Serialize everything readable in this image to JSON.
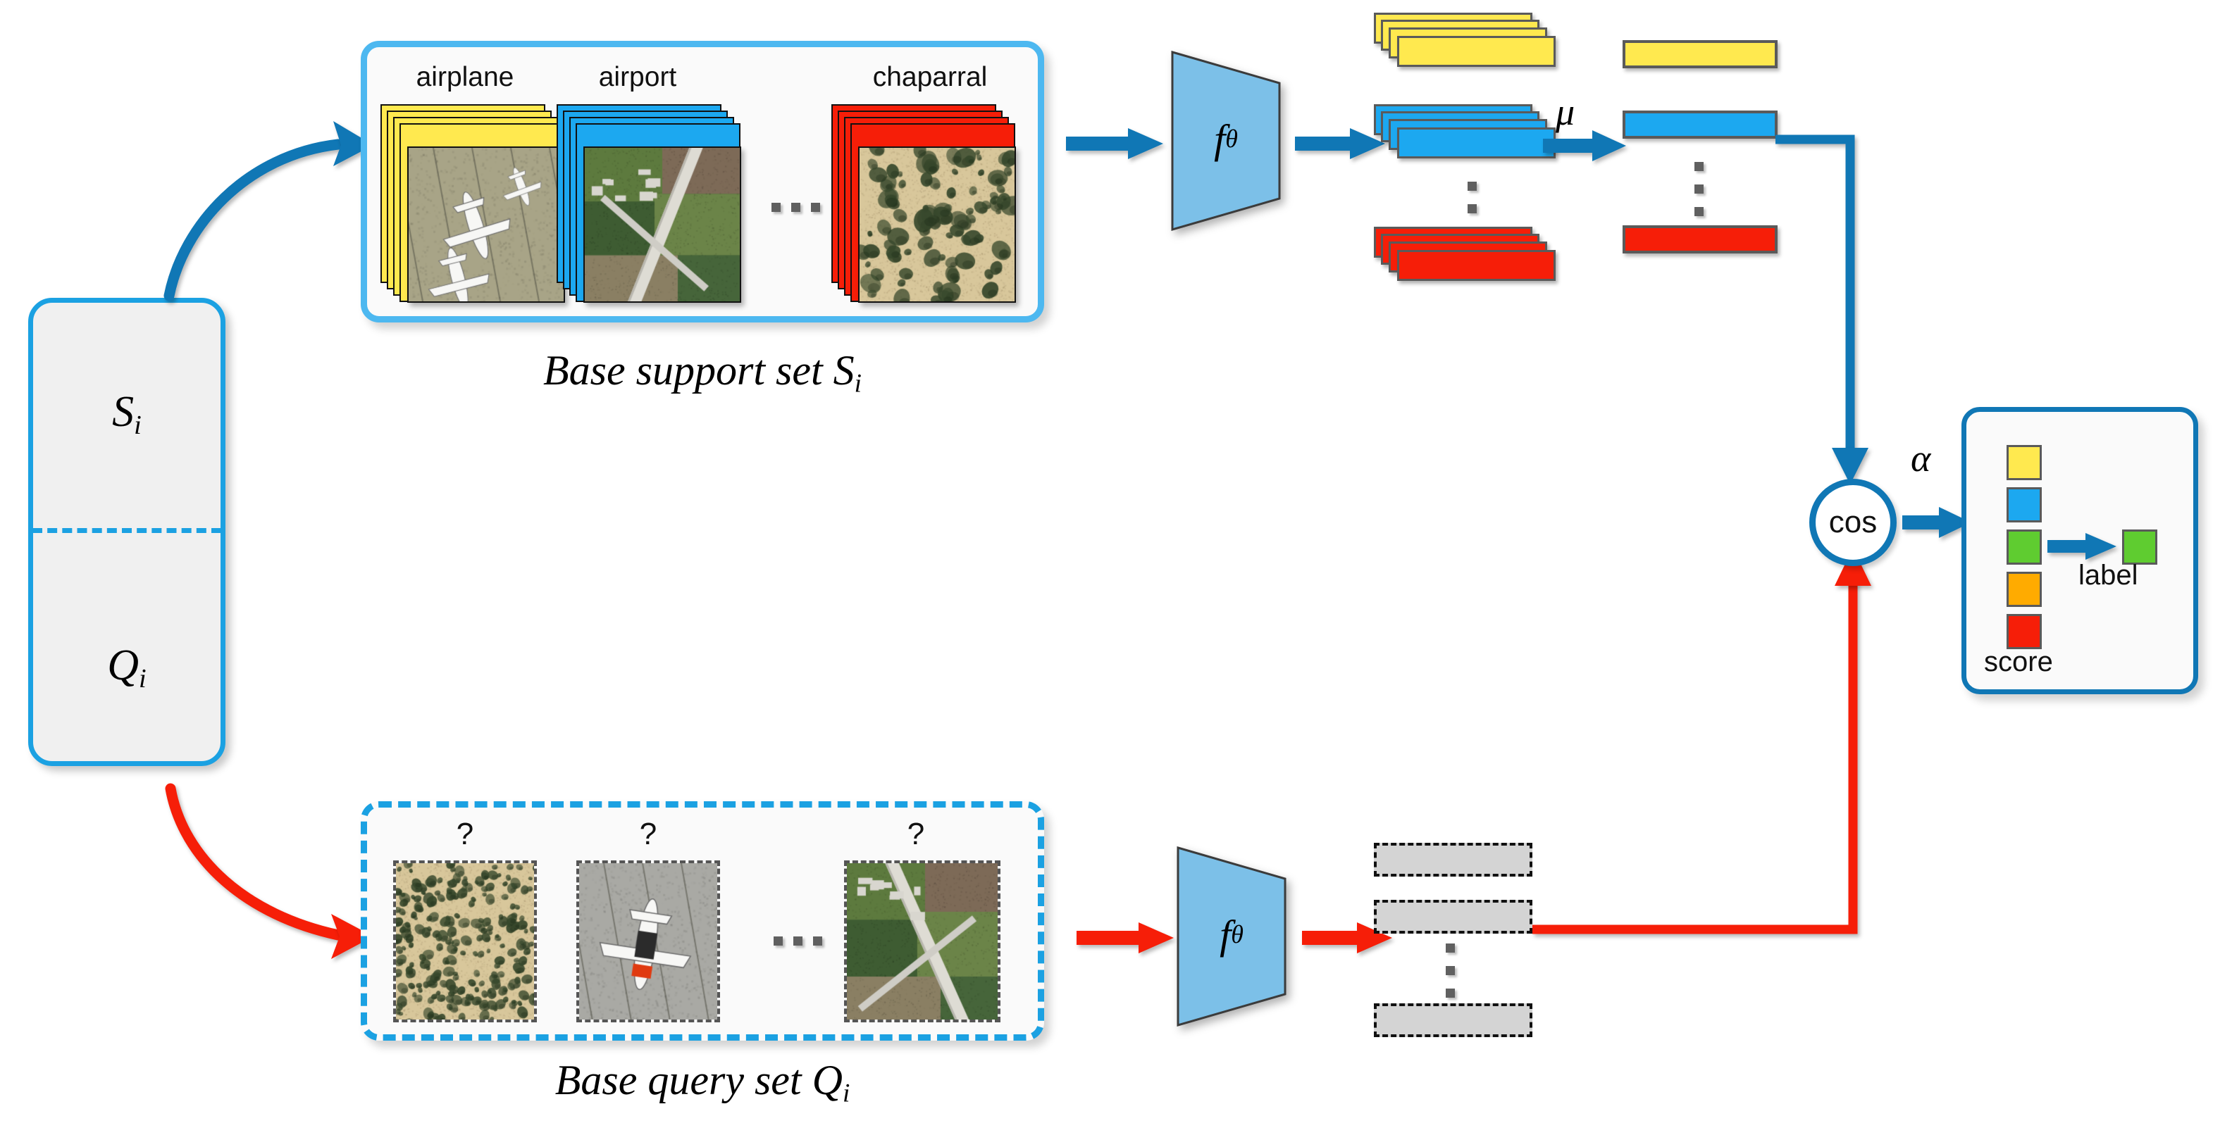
{
  "episode": {
    "support_symbol": "S",
    "support_sub": "i",
    "query_symbol": "Q",
    "query_sub": "i"
  },
  "support_set": {
    "caption": "Base support set",
    "caption_symbol": "S",
    "caption_sub": "i",
    "classes": [
      {
        "label": "airplane",
        "color": "#FFE94F",
        "scene": "airplanes"
      },
      {
        "label": "airport",
        "color": "#1CA8F0",
        "scene": "airport"
      },
      {
        "label": "chaparral",
        "color": "#F61E08",
        "scene": "chaparral"
      }
    ],
    "ellipsis": "..."
  },
  "query_set": {
    "caption": "Base query set",
    "caption_symbol": "Q",
    "caption_sub": "i",
    "items": [
      {
        "label": "?",
        "scene": "chaparral2"
      },
      {
        "label": "?",
        "scene": "airplane2"
      },
      {
        "label": "?",
        "scene": "airport2"
      }
    ],
    "ellipsis": "..."
  },
  "encoder_top": {
    "label": "f",
    "subscript": "θ",
    "fill": "#7CC0E8"
  },
  "encoder_bottom": {
    "label": "f",
    "subscript": "θ",
    "fill": "#7CC0E8"
  },
  "support_features": {
    "stacks": [
      {
        "color": "#FFE94F",
        "count": 4
      },
      {
        "color": "#1CA8F0",
        "count": 4
      },
      {
        "color": "#F61E08",
        "count": 4
      }
    ],
    "vertical_ellipsis": "⋮"
  },
  "mu_symbol": "μ",
  "prototypes": [
    {
      "color": "#FFE94F"
    },
    {
      "color": "#1CA8F0"
    },
    {
      "color": "#F61E08"
    }
  ],
  "query_features": {
    "bars": 3,
    "fill": "#d4d4d4",
    "vertical_ellipsis": "⋮"
  },
  "cos_node": {
    "label": "cos",
    "color": "#1077B5"
  },
  "alpha_symbol": "α",
  "score_panel": {
    "score_label": "score",
    "label_label": "label",
    "scores": [
      {
        "color": "#FFE94F"
      },
      {
        "color": "#1CA8F0"
      },
      {
        "color": "#5FCC30"
      },
      {
        "color": "#FFAB00"
      },
      {
        "color": "#F61E08"
      }
    ],
    "predicted": {
      "color": "#5FCC30"
    }
  },
  "colors": {
    "blue_accent": "#1077B5",
    "light_blue_border": "#4DB8F0",
    "dashed_blue": "#1BA1E2",
    "red_accent": "#F61E08",
    "panel_bg": "#FAFAFA",
    "episode_bg": "#F0F0F0"
  }
}
